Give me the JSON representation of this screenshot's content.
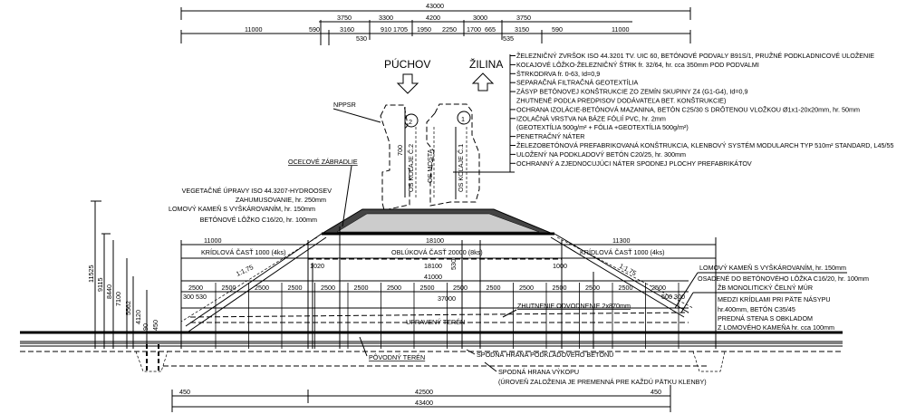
{
  "top_dims": {
    "overall": "43000",
    "row2": [
      "3750",
      "3300",
      "4200",
      "3000",
      "3750"
    ],
    "row3": [
      "11000",
      "590",
      "3160",
      "530",
      "910",
      "1705",
      "1950",
      "2250",
      "1700",
      "665",
      "3150",
      "535",
      "590",
      "11000"
    ]
  },
  "directions": {
    "left": "PÚCHOV",
    "right": "ŽILINA"
  },
  "tracks": {
    "track2": "2",
    "track1": "1",
    "axis_track2": "OS KOĽAJE Č.2",
    "axis_bridge": "OS MOSTA",
    "axis_track1": "OS KOĽAJE Č.1",
    "height": "700",
    "clearance_label": "NPPSR"
  },
  "layer_notes": [
    "ŽELEZNIČNÝ ZVRŠOK ISO 44.3201 TV. UIC 60, BETÓNOVÉ PODVALY B91S/1, PRUŽNÉ PODKLADNICOVÉ ULOŽENIE",
    "KOĽAJOVÉ LÔŽKO-ŽELEZNIČNÝ ŠTRK fr. 32/64, hr. cca 350mm POD PODVALMI",
    "ŠTRKODRVA fr. 0-63, Id=0,9",
    "SEPARAČNÁ FILTRAČNÁ GEOTEXTÍLIA",
    "ZÁSYP BETÓNOVEJ KONŠTRUKCIE ZO ZEMÍN SKUPINY Z4 (G1-G4), Id=0,9",
    "ZHUTNENÉ PODĽA PREDPISOV DODÁVATEĽA BET. KONŠTRUKCIE)",
    "OCHRANA IZOLÁCIE-BETÓNOVÁ MAZANINA, BETÓN C25/30 S DRÔTENOU VLOŽKOU Ø1x1-20x20mm, hr. 50mm",
    "IZOLAČNÁ VRSTVA NA BÁZE FÓLIÍ PVC, hr. 2mm",
    "(GEOTEXTÍLIA 500g/m² + FÓLIA +GEOTEXTÍLIA 500g/m²)",
    "PENETRAČNÝ NÁTER",
    "ŽELEZOBETÓNOVÁ PREFABRIKOVANÁ KONŠTRUKCIA, KLENBOVÝ SYSTÉM MODULARCH TYP 510m² STANDARD, L45/55",
    "ULOŽENÝ NA PODKLADOVÝ BETÓN C20/25, hr. 300mm",
    "OCHRANNÝ A ZJEDNOCUJÚCI NÁTER SPODNEJ PLOCHY PREFABRIKÁTOV"
  ],
  "left_notes": {
    "railing": "OCEĽOVÉ ZÁBRADLIE",
    "items": [
      "VEGETAČNÉ ÚPRAVY ISO 44.3207-HYDROOSEV",
      "ZAHUMUSOVANIE, hr. 250mm",
      "LOMOVÝ KAMEŇ S VYŠKÁROVANÍM, hr. 150mm",
      "BETÓNOVÉ LÔŽKO C16/20, hr. 100mm"
    ]
  },
  "parts": {
    "wing_left_dim": "11000",
    "arch_dim": "18100",
    "wing_right_dim": "11300",
    "wing_left": "KRÍDLOVÁ ČASŤ 1000 (4ks)",
    "arch": "OBLÚKOVÁ ČASŤ 20000 (8ks)",
    "wing_right": "KRÍDLOVÁ ČASŤ 1000 (4ks)",
    "dim_1020": "1020",
    "dim_18100": "18100",
    "dim_1000": "1000",
    "dim_41000": "41000",
    "dim_37000": "37000",
    "slope_left": "1:1,75",
    "slope_right": "1:1,75",
    "module": "2500",
    "left_small": "300 530",
    "right_small": "500 300",
    "mid_530": "530"
  },
  "vertical_dims": [
    "11525",
    "9115",
    "8440",
    "7100",
    "5562",
    "4120",
    "90",
    "450"
  ],
  "right_notes": [
    "LOMOVÝ KAMEŇ S VYŠKÁROVANÍM, hr. 150mm",
    "OSADENÉ DO BETÓNOVÉHO LÔŽKA C16/20, hr. 100mm",
    "ŽB MONOLITICKÝ ČELNÝ MÚR",
    "MEDZI KRÍDLAMI PRI PÄTE NÁSYPU",
    "hr.400mm, BETÓN C35/45",
    "PREDNÁ STENA S OBKLADOM",
    "Z LOMOVÉHO KAMEŇA hr. cca 100mm"
  ],
  "ground": {
    "adjusted": "UPRAVENÝ TERÉN",
    "drainage": "ZHUTNENIE ODVODNENIE 2x870mm",
    "original": "PÔVODNÝ TERÉN",
    "concrete_bottom": "SPODNÁ HRANA PODKLADOVÉHO BETÓNU",
    "excavation_bottom": "SPODNÁ HRANA VÝKOPU",
    "foundation_note": "(ÚROVEŇ ZALOŽENIA JE PREMENNÁ PRE KAŽDÚ PÄTKU KLENBY)"
  },
  "bottom_dims": {
    "left": "450",
    "inner": "42500",
    "right": "450",
    "overall": "43400"
  }
}
